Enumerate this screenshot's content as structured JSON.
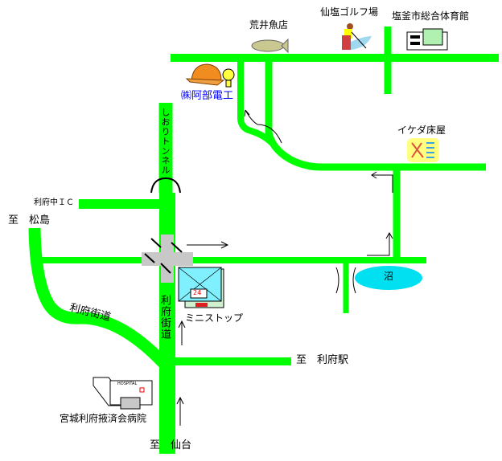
{
  "colors": {
    "road": "#00ff00",
    "pond": "#00e0f0",
    "company_label": "#0000ff"
  },
  "landmarks": {
    "fish_shop": "荒井魚店",
    "golf": "仙塩ゴルフ場",
    "gym": "塩釜市総合体育館",
    "company": "㈱阿部電工",
    "barber": "イケダ床屋",
    "tunnel": "しおりトンネル",
    "ic": "利府中ＩＣ",
    "ministop": "ミニストップ",
    "ministop_sign": "24",
    "hospital": "宮城利府掖済会病院",
    "hospital_sign": "HOSPITAL",
    "pond": "沼"
  },
  "roads": {
    "rifu_kaido_curve": "利府街道",
    "rifu_kaido_main": "利府街道"
  },
  "directions": {
    "matsushima": "至　松島",
    "rifu_station": "至　利府駅",
    "sendai": "至　仙台"
  }
}
